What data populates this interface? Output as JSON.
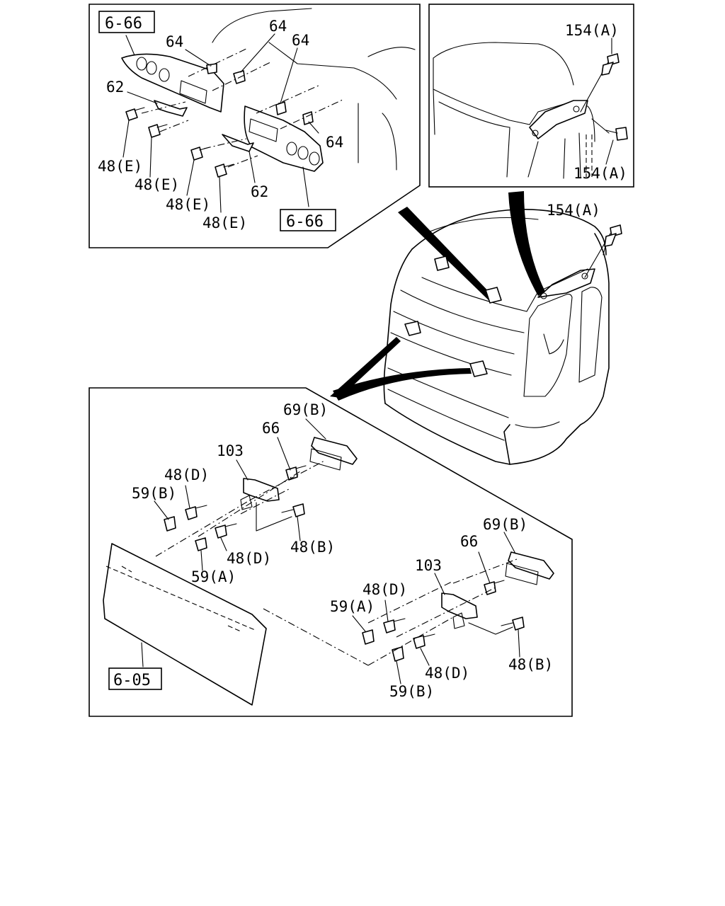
{
  "callouts": {
    "top_left": {
      "ref_a": "6-66",
      "ref_b": "6-66",
      "p64_a": "64",
      "p64_b": "64",
      "p64_c": "64",
      "p64_d": "64",
      "p62_a": "62",
      "p62_b": "62",
      "p48e_a": "48(E)",
      "p48e_b": "48(E)",
      "p48e_c": "48(E)",
      "p48e_d": "48(E)"
    },
    "top_right": {
      "p154a_top": "154(A)",
      "p154a_bottom": "154(A)"
    },
    "main": {
      "p154a": "154(A)"
    },
    "bottom": {
      "ref": "6-05",
      "p69b_a": "69(B)",
      "p66_a": "66",
      "p103_a": "103",
      "p48d_a": "48(D)",
      "p59b_a": "59(B)",
      "p48d_b": "48(D)",
      "p48b_a": "48(B)",
      "p59a_a": "59(A)",
      "p69b_b": "69(B)",
      "p66_b": "66",
      "p103_b": "103",
      "p48d_c": "48(D)",
      "p59a_b": "59(A)",
      "p48d_d": "48(D)",
      "p48b_b": "48(B)",
      "p59b_b": "59(B)"
    }
  }
}
